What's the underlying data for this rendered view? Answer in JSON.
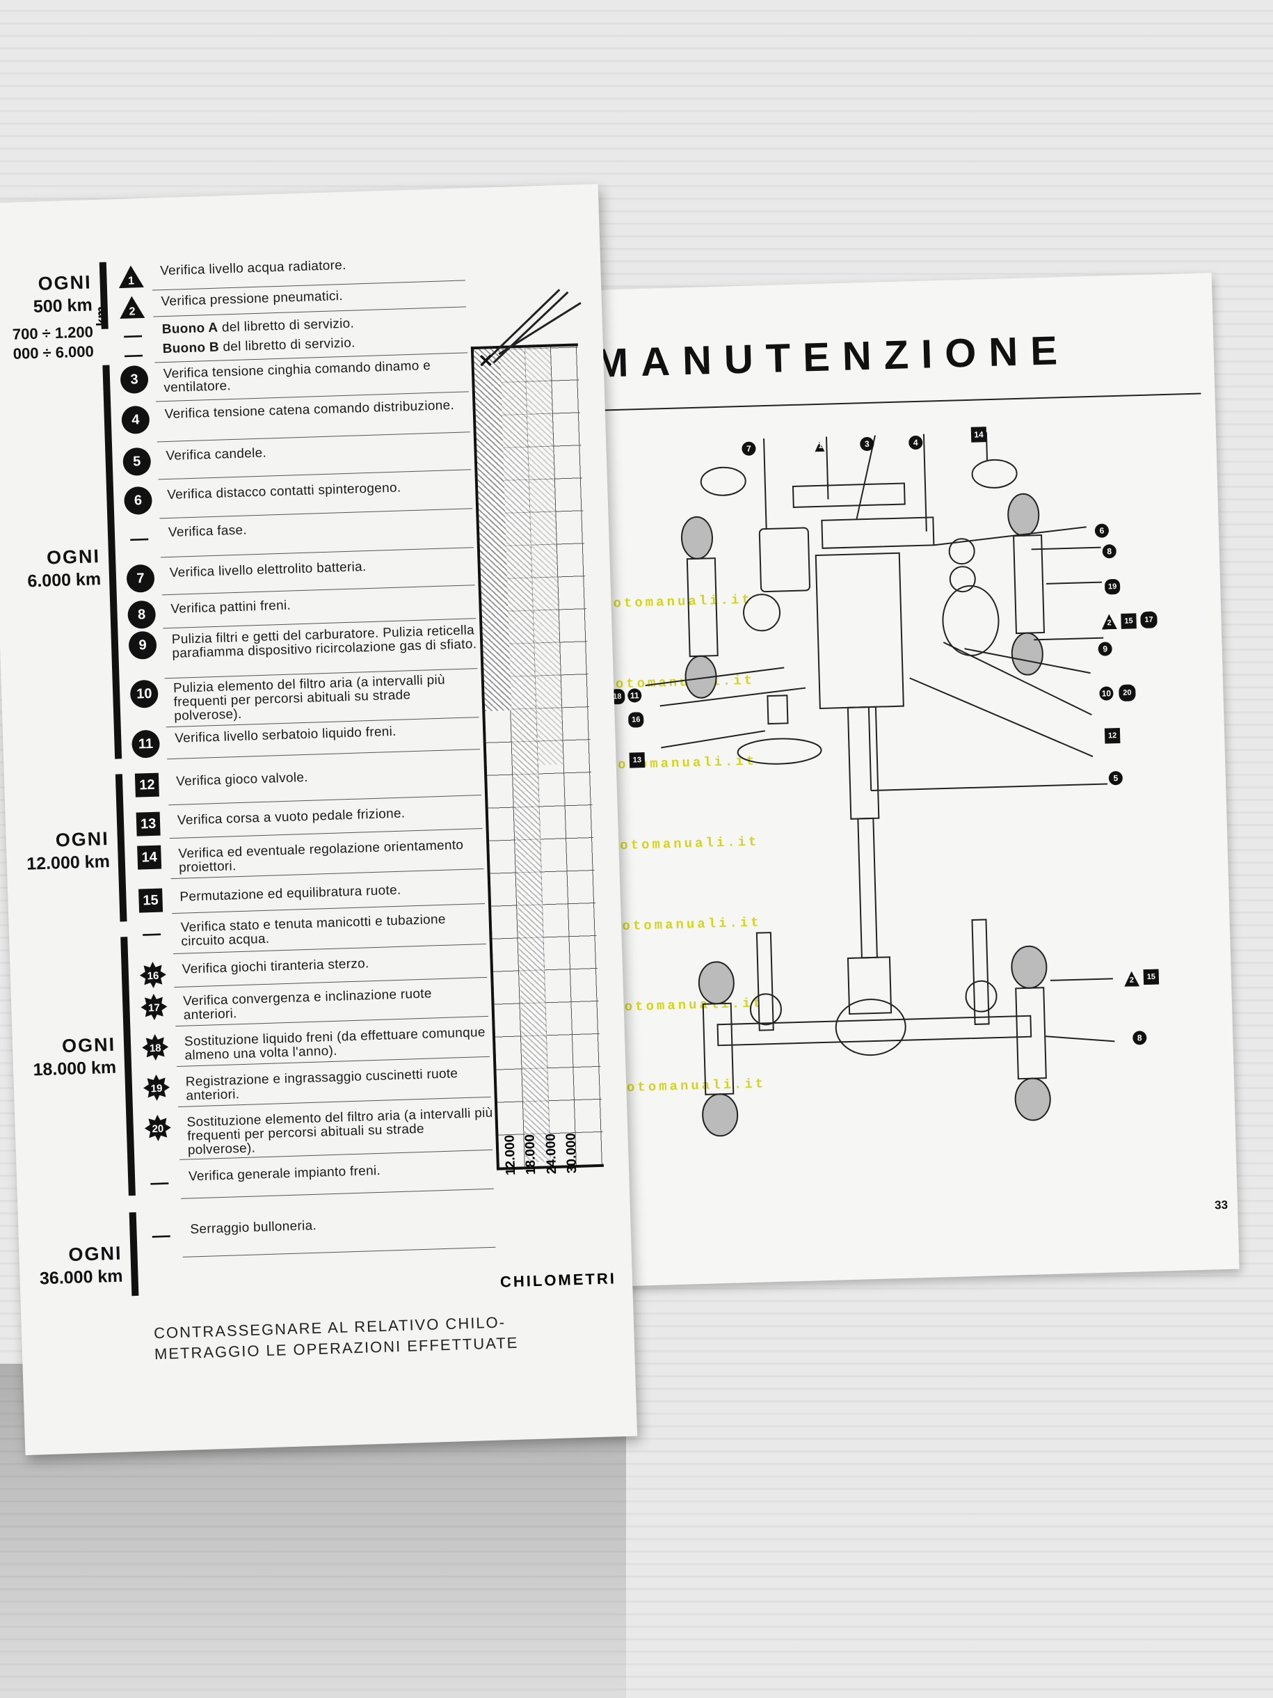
{
  "right_page": {
    "title": "MANUTENZIONE",
    "page_number": "33",
    "watermark": "www.motomanuali.it",
    "callouts": [
      "7",
      "1",
      "3",
      "4",
      "14",
      "6",
      "8",
      "19",
      "2",
      "15",
      "17",
      "9",
      "18",
      "11",
      "16",
      "13",
      "10",
      "20",
      "12",
      "5",
      "2",
      "15",
      "8"
    ]
  },
  "left_page": {
    "groups": [
      {
        "ogni": "OGNI",
        "km": "500 km"
      },
      {
        "ogni": "",
        "km": "700 ÷ 1.200"
      },
      {
        "ogni": "",
        "km": "000 ÷ 6.000"
      },
      {
        "ogni": "OGNI",
        "km": "6.000 km"
      },
      {
        "ogni": "OGNI",
        "km": "12.000 km"
      },
      {
        "ogni": "OGNI",
        "km": "18.000 km"
      },
      {
        "ogni": "OGNI",
        "km": "36.000 km"
      }
    ],
    "km_unit": "km",
    "rows": [
      {
        "num": "1",
        "shape": "triangle",
        "text": "Verifica livello acqua radiatore."
      },
      {
        "num": "2",
        "shape": "triangle",
        "text": "Verifica pressione pneumatici."
      },
      {
        "num": "",
        "shape": "dash",
        "bold": "Buono A",
        "text": " del libretto di servizio."
      },
      {
        "num": "",
        "shape": "dash",
        "bold": "Buono B",
        "text": " del libretto di servizio."
      },
      {
        "num": "3",
        "shape": "circle",
        "text": "Verifica tensione cinghia comando dinamo e ventilatore."
      },
      {
        "num": "4",
        "shape": "circle",
        "text": "Verifica tensione catena comando distribuzione."
      },
      {
        "num": "5",
        "shape": "circle",
        "text": "Verifica candele."
      },
      {
        "num": "6",
        "shape": "circle",
        "text": "Verifica distacco contatti spinterogeno."
      },
      {
        "num": "",
        "shape": "dash",
        "text": "Verifica fase."
      },
      {
        "num": "7",
        "shape": "circle",
        "text": "Verifica livello elettrolito batteria."
      },
      {
        "num": "8",
        "shape": "circle",
        "text": "Verifica pattini freni."
      },
      {
        "num": "9",
        "shape": "circle",
        "text": "Pulizia filtri e getti del carburatore. Pulizia reticella parafiamma dispositivo ricircolazione gas di sfiato."
      },
      {
        "num": "10",
        "shape": "circle",
        "text": "Pulizia elemento del filtro aria (a intervalli più frequenti per percorsi abituali su strade polverose)."
      },
      {
        "num": "11",
        "shape": "circle",
        "text": "Verifica livello serbatoio liquido freni."
      },
      {
        "num": "12",
        "shape": "square",
        "text": "Verifica gioco valvole."
      },
      {
        "num": "13",
        "shape": "square",
        "text": "Verifica corsa a vuoto pedale frizione."
      },
      {
        "num": "14",
        "shape": "square",
        "text": "Verifica ed eventuale regolazione orientamento proiettori."
      },
      {
        "num": "15",
        "shape": "square",
        "text": "Permutazione ed equilibratura ruote."
      },
      {
        "num": "",
        "shape": "dash",
        "text": "Verifica stato e tenuta manicotti e tubazione circuito acqua."
      },
      {
        "num": "16",
        "shape": "star",
        "text": "Verifica giochi tiranteria sterzo."
      },
      {
        "num": "17",
        "shape": "star",
        "text": "Verifica convergenza e inclinazione ruote anteriori."
      },
      {
        "num": "18",
        "shape": "star",
        "text": "Sostituzione liquido freni (da effettuare comunque almeno una volta l'anno)."
      },
      {
        "num": "19",
        "shape": "star",
        "text": "Registrazione e ingrassaggio cuscinetti ruote anteriori."
      },
      {
        "num": "20",
        "shape": "star",
        "text": "Sostituzione elemento del filtro aria (a intervalli più frequenti per percorsi abituali su strade polverose)."
      },
      {
        "num": "",
        "shape": "dash",
        "text": "Verifica generale impianto freni."
      },
      {
        "num": "",
        "shape": "dash",
        "text": "Serraggio bulloneria."
      }
    ],
    "km_scale": [
      "12.000",
      "18.000",
      "24.000",
      "30.000"
    ],
    "scale_label": "CHILOMETRI",
    "footnote_line1": "CONTRASSEGNARE AL RELATIVO CHILO-",
    "footnote_line2": "METRAGGIO LE OPERAZIONI EFFETTUATE"
  }
}
